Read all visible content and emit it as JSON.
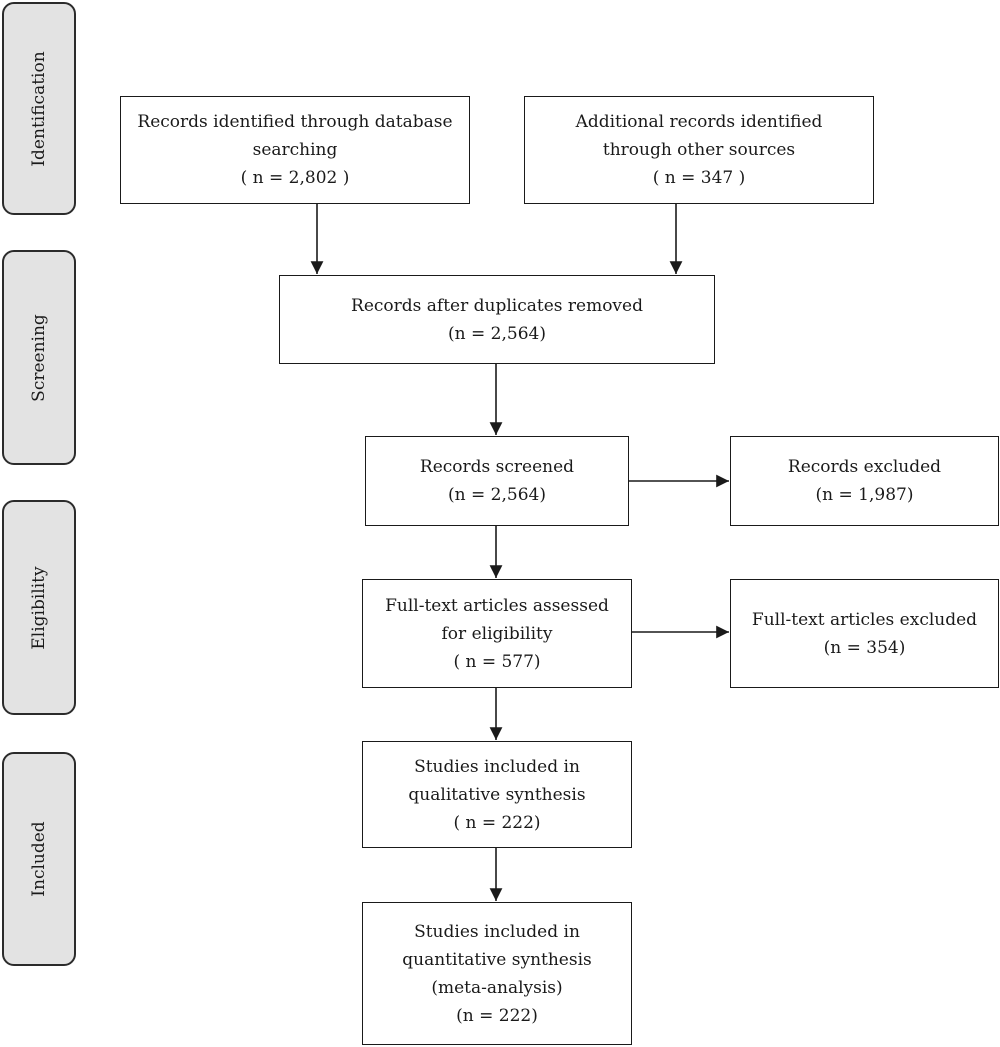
{
  "phases": {
    "identification": "Identification",
    "screening": "Screening",
    "eligibility": "Eligibility",
    "included": "Included"
  },
  "boxes": {
    "database": {
      "lines": [
        "Records identified through database",
        "searching",
        "( n = 2,802 )"
      ]
    },
    "other": {
      "lines": [
        "Additional records identified",
        "through other sources",
        "( n = 347 )"
      ]
    },
    "dedup": {
      "lines": [
        "Records after duplicates removed",
        "(n = 2,564)"
      ]
    },
    "screened": {
      "lines": [
        "Records screened",
        "(n = 2,564)"
      ]
    },
    "excluded": {
      "lines": [
        "Records excluded",
        "(n = 1,987)"
      ]
    },
    "fulltext": {
      "lines": [
        "Full-text articles assessed",
        "for eligibility",
        "( n = 577)"
      ]
    },
    "fulltext_excluded": {
      "lines": [
        "Full-text articles excluded",
        "(n = 354)"
      ]
    },
    "qualitative": {
      "lines": [
        "Studies included in",
        "qualitative synthesis",
        "( n = 222)"
      ]
    },
    "quantitative": {
      "lines": [
        "Studies included in",
        "quantitative synthesis",
        "(meta-analysis)",
        "(n = 222)"
      ]
    }
  }
}
